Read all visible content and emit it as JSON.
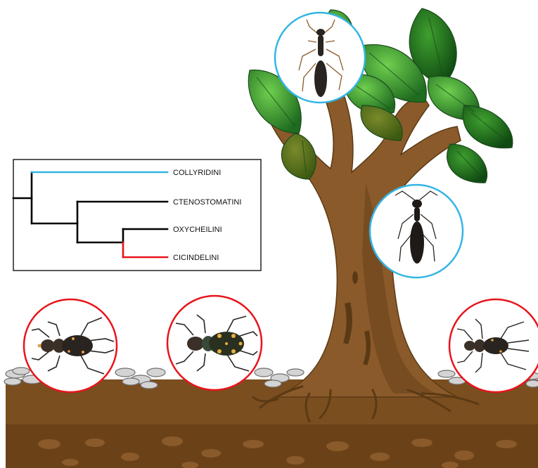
{
  "phylogeny": {
    "tribes": [
      {
        "label": "COLLYRIDINI",
        "color": "#33b5e5",
        "habitat": "arboreal"
      },
      {
        "label": "CTENOSTOMATINI",
        "color": "#000000",
        "habitat": ""
      },
      {
        "label": "OXYCHEILINI",
        "color": "#000000",
        "habitat": ""
      },
      {
        "label": "CICINDELINI",
        "color": "#e8141b",
        "habitat": "ground"
      }
    ]
  },
  "colors": {
    "arboreal_ring": "#33b5e5",
    "ground_ring": "#e8141b",
    "trunk": "#8b5a2b",
    "soil_top": "#7a4e1f",
    "soil_bottom": "#6b4218",
    "leaf": "#2e8b2e"
  },
  "icons": {
    "arboreal_beetles": [
      "slender-beetle-icon",
      "slender-beetle-icon"
    ],
    "ground_beetles": [
      "tiger-beetle-icon",
      "tiger-beetle-icon",
      "tiger-beetle-icon"
    ]
  }
}
